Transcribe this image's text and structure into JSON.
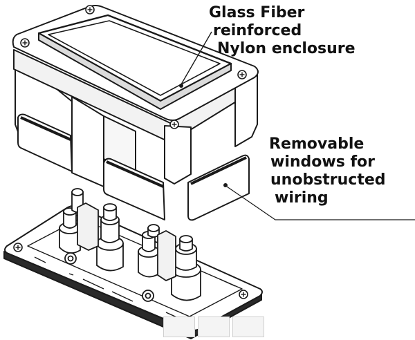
{
  "callouts": {
    "enclosure": {
      "line1": "Glass Fiber",
      "line2": "reinforced",
      "line3": "Nylon enclosure"
    },
    "windows": {
      "line1": "Removable",
      "line2": "windows for",
      "line3": "unobstructed",
      "line4": "wiring"
    }
  },
  "colors": {
    "stroke": "#1a1a1a",
    "fill": "#ffffff",
    "shade": "#e6e6e6",
    "dark": "#2a2a2a"
  }
}
